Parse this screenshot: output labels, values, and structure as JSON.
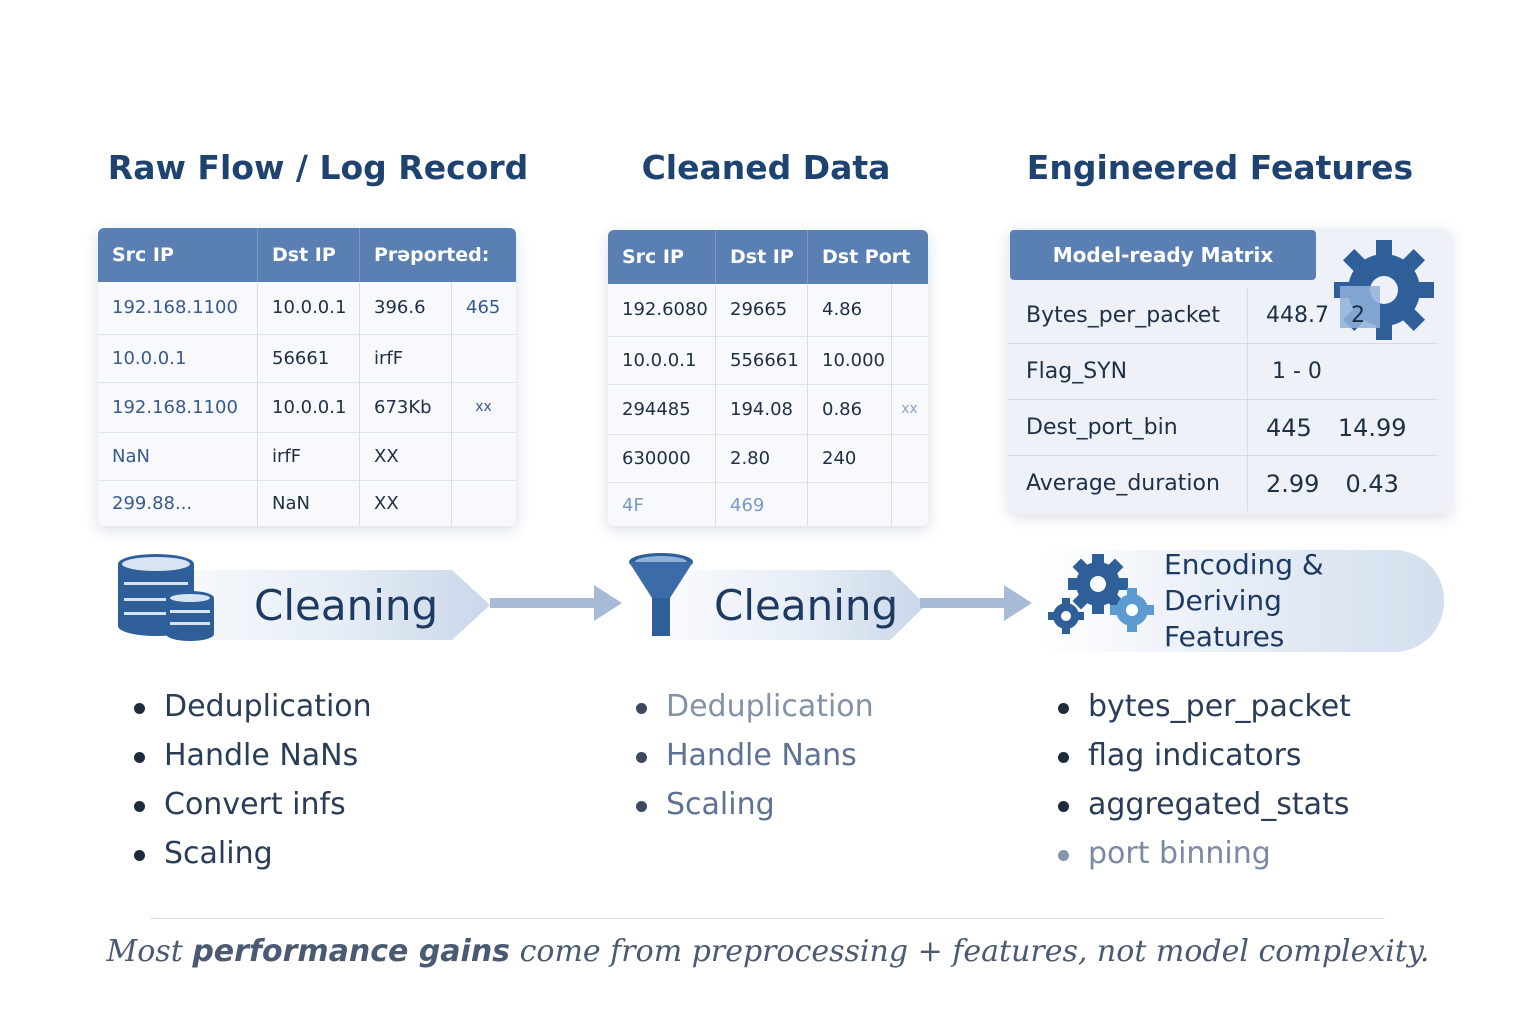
{
  "columns": {
    "raw_title": "Raw Flow / Log Record",
    "clean_title": "Cleaned Data",
    "feat_title": "Engineered Features"
  },
  "raw_table": {
    "headers": [
      "Src IP",
      "Dst IP",
      "Prəported:"
    ],
    "rows": [
      [
        "192.168.1100",
        "10.0.0.1",
        "396.6",
        "465"
      ],
      [
        "10.0.0.1",
        "56661",
        "irfF",
        ""
      ],
      [
        "192.168.1100",
        "10.0.0.1",
        "673Kb",
        "xx"
      ],
      [
        "NaN",
        "irfF",
        "XX",
        ""
      ],
      [
        "299.88...",
        "NaN",
        "XX",
        ""
      ]
    ]
  },
  "clean_table": {
    "headers": [
      "Src IP",
      "Dst IP",
      "Dst Port"
    ],
    "rows": [
      [
        "192.6080",
        "29665",
        "4.86",
        ""
      ],
      [
        "10.0.0.1",
        "556661",
        "10.000",
        ""
      ],
      [
        "294485",
        "194.08",
        "0.86",
        "xx"
      ],
      [
        "630000",
        "2.80",
        "240",
        ""
      ],
      [
        "4F",
        "469",
        "",
        ""
      ]
    ]
  },
  "feature_matrix": {
    "header": "Model-ready Matrix",
    "rows": [
      {
        "name": "Bytes_per_packet",
        "v1": "448.7",
        "v2": "2"
      },
      {
        "name": "Flag_SYN",
        "v1": "1 - 0",
        "v2": ""
      },
      {
        "name": "Dest_port_bin",
        "v1": "445",
        "v2": "14.99"
      },
      {
        "name": "Average_duration",
        "v1": "2.99",
        "v2": "0.43"
      }
    ]
  },
  "stages": {
    "stage1_label": "Cleaning",
    "stage2_label": "Cleaning",
    "stage3_line1": "Encoding & Deriving",
    "stage3_line2": "Features"
  },
  "icons": {
    "stage1": "database-icon",
    "stage2": "funnel-icon",
    "stage3": "gears-icon",
    "matrix": "gear-icon"
  },
  "bullets": {
    "raw": [
      "Deduplication",
      "Handle NaNs",
      "Convert infs",
      "Scaling"
    ],
    "clean": [
      "Deduplication",
      "Handle Nans",
      "Scaling"
    ],
    "features": [
      "bytes_per_packet",
      "flag indicators",
      "aggregated_stats",
      "port binning"
    ]
  },
  "footer": {
    "part1": "Most ",
    "bold1": "performance  gains",
    "part2": " come from preprocessing + features, not model complexity."
  },
  "colors": {
    "header_blue": "#5a80b3",
    "title_blue": "#1e4370",
    "icon_blue": "#2f5f99"
  }
}
